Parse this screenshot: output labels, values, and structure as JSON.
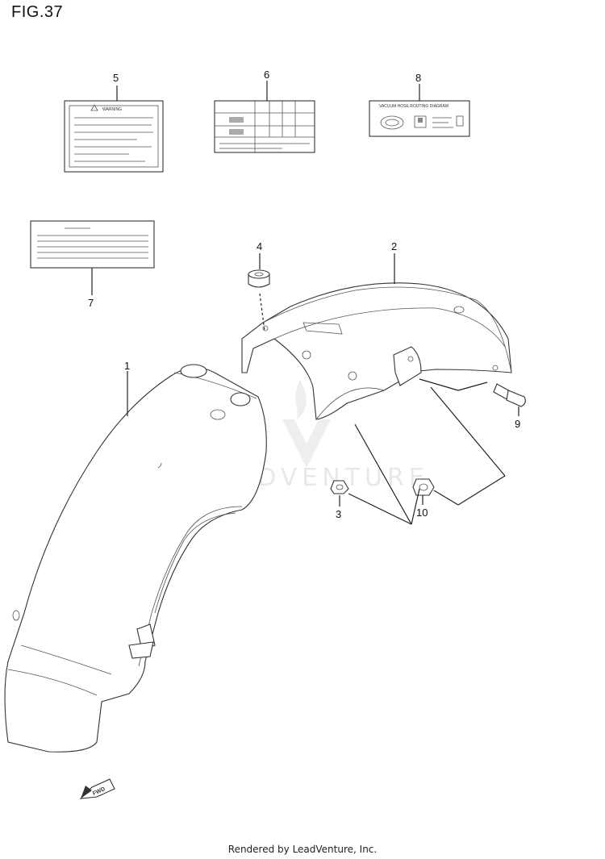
{
  "figure": {
    "title": "FIG.37"
  },
  "labels": {
    "warning": "WARNING",
    "vacuum": "VACUUM HOSE ROUTING DIAGRAM",
    "fwd": "FWD"
  },
  "callouts": [
    "1",
    "2",
    "3",
    "4",
    "5",
    "6",
    "7",
    "8",
    "9",
    "10"
  ],
  "watermark": "LEADVENTURE",
  "footer": "Rendered by LeadVenture, Inc."
}
